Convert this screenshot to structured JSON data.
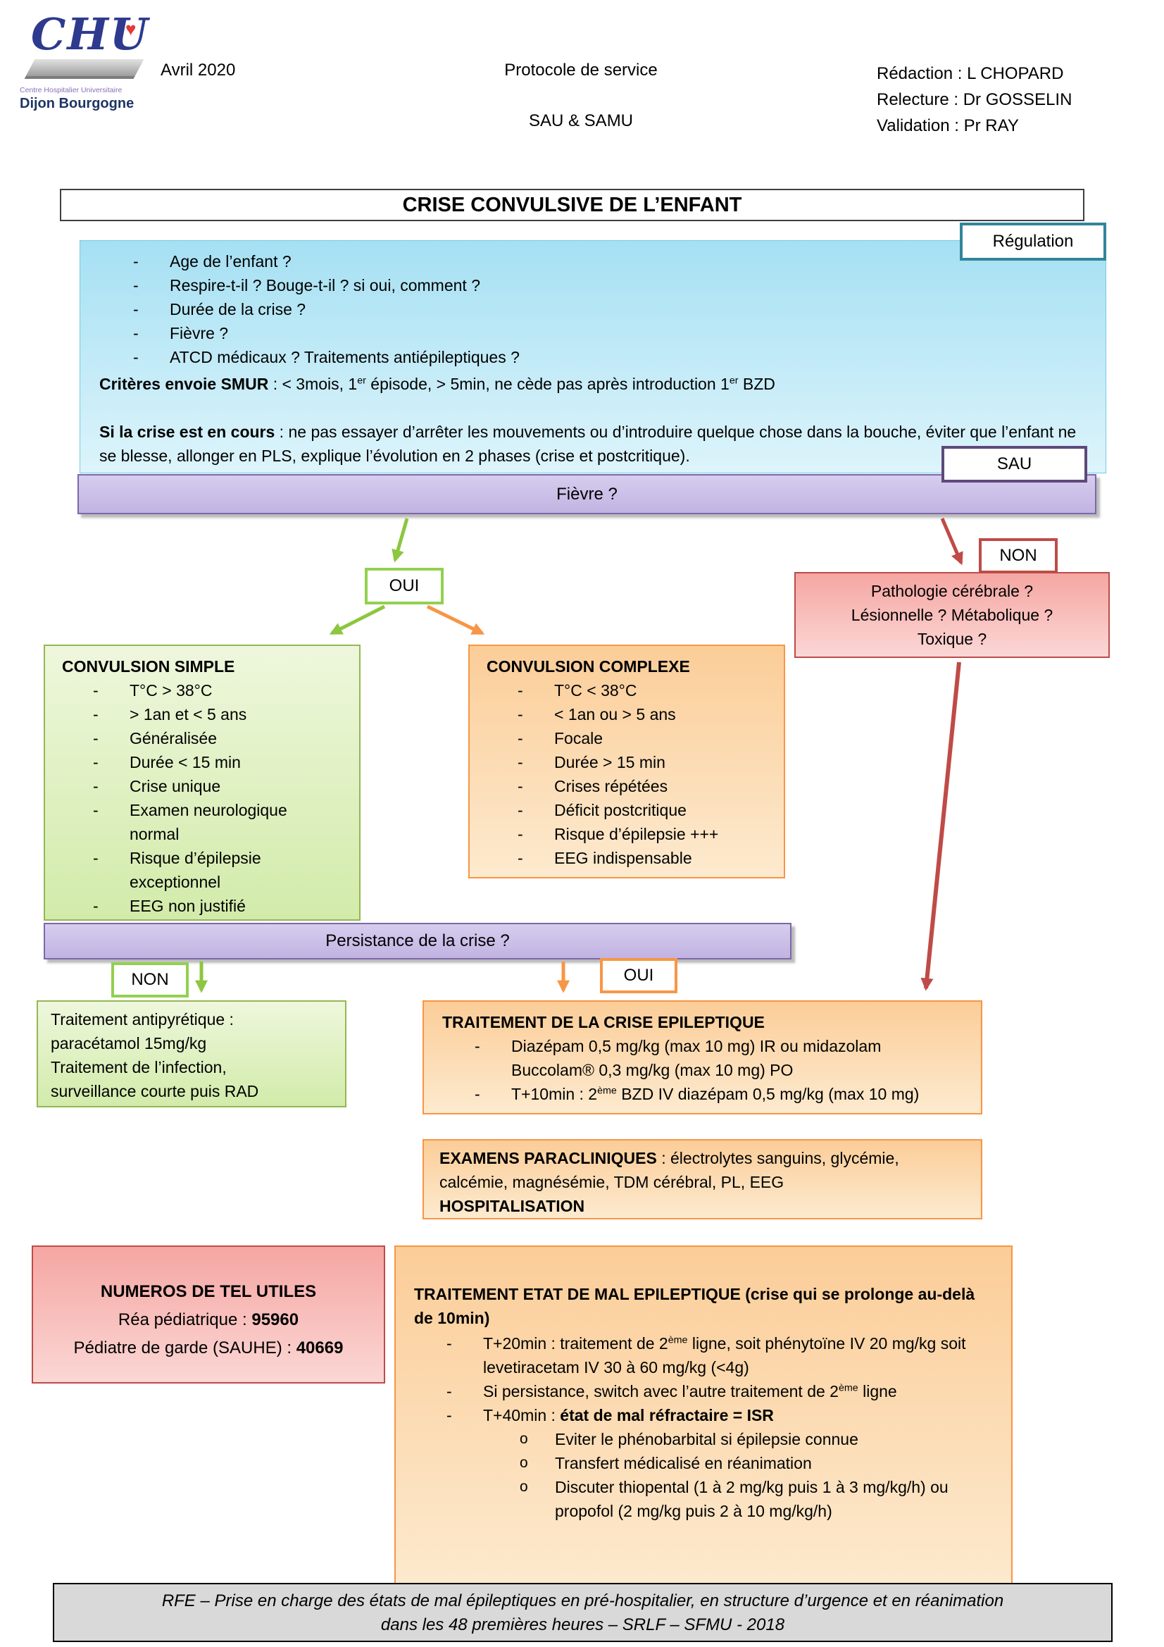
{
  "colors": {
    "teal": "#31859b",
    "purple": "#7c68a8",
    "purple-fill-1": "#d6cdee",
    "purple-fill-2": "#c2b3e2",
    "green": "#92d050",
    "green-dark": "#94b754",
    "green-fill-1": "#eef7dc",
    "green-fill-2": "#d2ebaa",
    "orange": "#f79646",
    "orange-fill-1": "#fbcd98",
    "orange-fill-2": "#fdeacf",
    "red": "#bf4b47",
    "pink-fill-1": "#f5a6a2",
    "pink-fill-2": "#fbd7d5",
    "blue-fill-1": "#a5e0f3",
    "blue-fill-2": "#ddf4fb",
    "footer-gray": "#d9d9d9"
  },
  "header": {
    "logo_chu": "CHU",
    "logo_sub": "Centre Hospitalier Universitaire",
    "logo_city": "Dijon Bourgogne",
    "date": "Avril 2020",
    "doc_type": "Protocole de service",
    "service": "SAU & SAMU",
    "redaction": "Rédaction : L CHOPARD",
    "relecture": "Relecture : Dr GOSSELIN",
    "validation": "Validation : Pr RAY"
  },
  "title": "CRISE CONVULSIVE DE L’ENFANT",
  "badges": {
    "regulation": "Régulation",
    "sau": "SAU"
  },
  "questions": {
    "bullets": [
      "Age de l’enfant ?",
      "Respire-t-il ? Bouge-t-il ? si oui, comment ?",
      "Durée de la crise ?",
      "Fièvre ?",
      "ATCD médicaux ? Traitements antiépileptiques ?"
    ],
    "smur": [
      {
        "t": "Critères envoie SMUR",
        "b": true
      },
      {
        "t": " : < 3mois, 1"
      },
      {
        "t": "er",
        "sup": true
      },
      {
        "t": " épisode, > 5min, ne cède pas après introduction 1"
      },
      {
        "t": "er",
        "sup": true
      },
      {
        "t": " BZD"
      }
    ],
    "crise_en_cours": [
      {
        "t": "Si la crise est en cours",
        "b": true
      },
      {
        "t": " : ne pas essayer d’arrêter les mouvements ou d’introduire quelque chose dans la bouche, éviter que l’enfant ne se blesse, allonger en PLS, explique l’évolution en 2 phases (crise et postcritique)."
      }
    ]
  },
  "fievre": {
    "label": "Fièvre ?",
    "oui": "OUI",
    "non": "NON"
  },
  "pathologie": {
    "lines": [
      "Pathologie cérébrale ?",
      "Lésionnelle ? Métabolique ?",
      "Toxique ?"
    ]
  },
  "convulsion_simple": {
    "title": "CONVULSION SIMPLE",
    "items": [
      "T°C > 38°C",
      "> 1an et < 5 ans",
      "Généralisée",
      "Durée < 15 min",
      "Crise unique",
      "Examen neurologique normal",
      "Risque d’épilepsie exceptionnel",
      "EEG non justifié"
    ]
  },
  "convulsion_complexe": {
    "title": "CONVULSION COMPLEXE",
    "items": [
      "T°C < 38°C",
      "< 1an ou > 5 ans",
      "Focale",
      "Durée > 15 min",
      "Crises répétées",
      "Déficit postcritique",
      "Risque d’épilepsie +++",
      "EEG indispensable"
    ]
  },
  "persistance": {
    "label": "Persistance de la crise ?",
    "non": "NON",
    "oui": "OUI"
  },
  "antipyretique": {
    "lines": [
      "Traitement antipyrétique :",
      "paracétamol 15mg/kg",
      "Traitement de l’infection,",
      "surveillance courte puis RAD"
    ]
  },
  "traitement_crise": {
    "title": "TRAITEMENT DE LA CRISE EPILEPTIQUE",
    "item1": "Diazépam 0,5 mg/kg (max 10 mg) IR ou midazolam Buccolam® 0,3 mg/kg (max 10 mg) PO",
    "item2": [
      {
        "t": "T+10min : 2"
      },
      {
        "t": "ème",
        "sup": true
      },
      {
        "t": " BZD IV diazépam 0,5 mg/kg (max 10 mg)"
      }
    ]
  },
  "examens": {
    "line": [
      {
        "t": "EXAMENS PARACLINIQUES",
        "b": true
      },
      {
        "t": " : électrolytes sanguins, glycémie, calcémie, magnésémie, TDM cérébral, PL, EEG"
      }
    ],
    "hospitalisation": "HOSPITALISATION"
  },
  "numeros": {
    "title": "NUMEROS DE TEL UTILES",
    "line2": [
      {
        "t": "Réa pédiatrique : "
      },
      {
        "t": "95960",
        "b": true
      }
    ],
    "line3": [
      {
        "t": "Pédiatre de garde (SAUHE) : "
      },
      {
        "t": "40669",
        "b": true
      }
    ]
  },
  "etat_de_mal": {
    "title": "TRAITEMENT ETAT DE MAL EPILEPTIQUE (crise qui se prolonge au-delà de 10min)",
    "item1": [
      {
        "t": "T+20min : traitement de 2"
      },
      {
        "t": "ème",
        "sup": true
      },
      {
        "t": " ligne, soit phénytoïne IV 20 mg/kg soit levetiracetam IV 30 à 60 mg/kg (<4g)"
      }
    ],
    "item2": [
      {
        "t": "Si persistance, switch avec l’autre traitement de 2"
      },
      {
        "t": "ème",
        "sup": true
      },
      {
        "t": " ligne"
      }
    ],
    "item3": [
      {
        "t": "T+40min : "
      },
      {
        "t": "état de mal réfractaire = ISR",
        "b": true
      }
    ],
    "sub_items": [
      "Eviter le phénobarbital si épilepsie connue",
      "Transfert médicalisé en réanimation",
      "Discuter thiopental (1 à 2 mg/kg puis 1 à 3 mg/kg/h) ou propofol (2 mg/kg puis 2 à 10 mg/kg/h)"
    ]
  },
  "footer": {
    "line1": "RFE – Prise en charge des états de mal épileptiques en pré-hospitalier, en structure d’urgence et en réanimation",
    "line2": "dans les 48 premières heures – SRLF – SFMU - 2018"
  }
}
